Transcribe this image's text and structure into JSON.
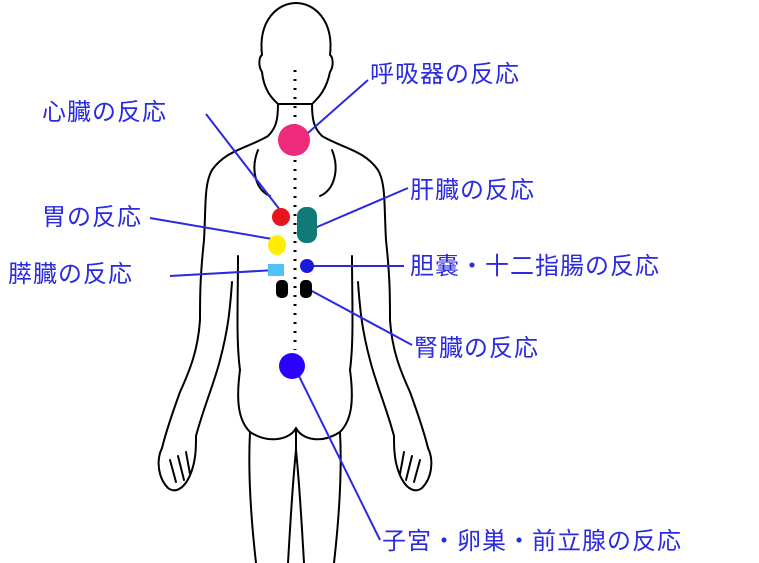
{
  "labels": {
    "respiratory": "呼吸器の反応",
    "heart": "心臓の反応",
    "liver": "肝臓の反応",
    "stomach": "胃の反応",
    "gallbladder": "胆嚢・十二指腸の反応",
    "pancreas": "膵臓の反応",
    "kidney": "腎臓の反応",
    "uterus": "子宮・卵巣・前立腺の反応"
  },
  "colors": {
    "label_text": "#2a2ae0",
    "leader_line": "#2a2ae0",
    "respiratory": "#ee2a7b",
    "heart": "#e8141c",
    "liver": "#0f7a78",
    "stomach": "#ffee00",
    "gallbladder": "#1a1adc",
    "pancreas": "#4fc3f7",
    "kidney": "#000000",
    "uterus": "#2b00ff",
    "body_outline": "#000000"
  }
}
